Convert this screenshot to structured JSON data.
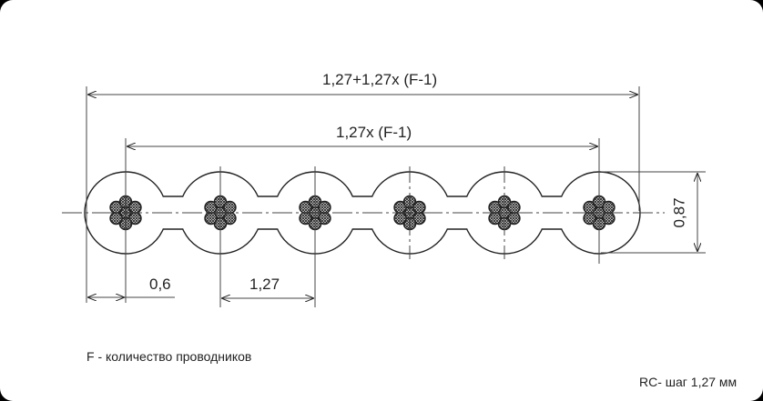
{
  "drawing": {
    "conductor_count_shown": 6,
    "dimensions": {
      "overall": "1,27+1,27x (F-1)",
      "pitch_total": "1,27x (F-1)",
      "edge_offset": "0,6",
      "pitch": "1,27",
      "thickness": "0,87"
    },
    "notes": {
      "f_legend": "F - количество проводников",
      "rc_legend": "RC- шаг 1,27 мм"
    },
    "colors": {
      "line": "#222222",
      "background": "#ffffff"
    }
  }
}
